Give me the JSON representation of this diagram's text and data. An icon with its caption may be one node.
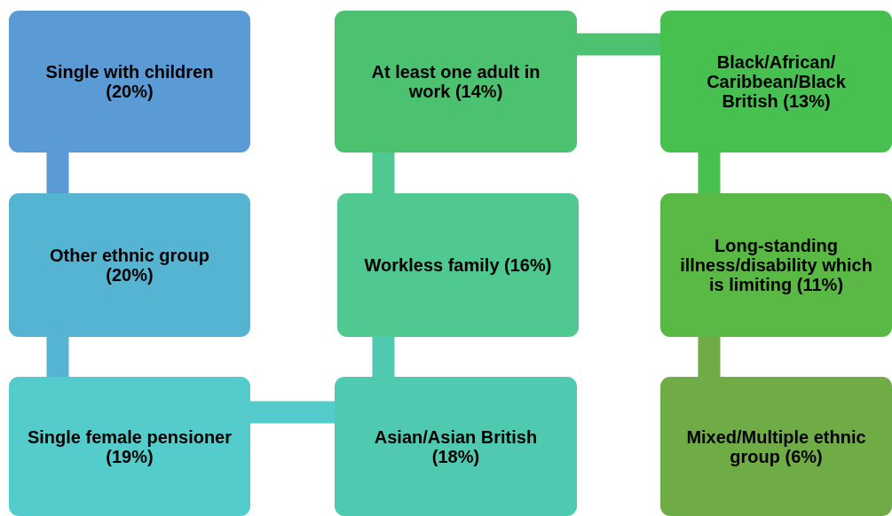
{
  "diagram": {
    "nodes": [
      {
        "text": [
          "Single with children (20%)"
        ]
      },
      {
        "text": [
          "Other ethnic group (20%)"
        ]
      },
      {
        "text": [
          "Single female pensioner (19%)"
        ]
      },
      {
        "text": [
          "Asian/Asian British (18%)"
        ]
      },
      {
        "text": [
          "Workless family (16%)"
        ]
      },
      {
        "text": [
          "At least one adult in work (14%)"
        ]
      },
      {
        "text": [
          "Black/African/ Caribbean/Black British (13%)"
        ]
      },
      {
        "text": [
          "Long-standing illness/disability which is limiting (11%)"
        ]
      },
      {
        "text": [
          "Mixed/Multiple ethnic group (6%)"
        ]
      }
    ],
    "edges": [
      {
        "from": 0,
        "to": 1,
        "arrow": "none",
        "color": "#5b9bd5"
      },
      {
        "from": 1,
        "to": 2,
        "arrow": "none",
        "color": "#56b4d3"
      },
      {
        "from": 2,
        "to": 3,
        "arrow": "none",
        "color": "#55cccc"
      },
      {
        "from": 3,
        "to": 4,
        "arrow": "none",
        "color": "#4fcab0"
      },
      {
        "from": 4,
        "to": 5,
        "arrow": "none",
        "color": "#4fc98f"
      },
      {
        "from": 5,
        "to": 6,
        "arrow": "none",
        "color": "#4cc270"
      },
      {
        "from": 6,
        "to": 7,
        "arrow": "none",
        "color": "#48c050"
      },
      {
        "from": 7,
        "to": 8,
        "arrow": "none",
        "color": "#6fac46"
      }
    ]
  }
}
